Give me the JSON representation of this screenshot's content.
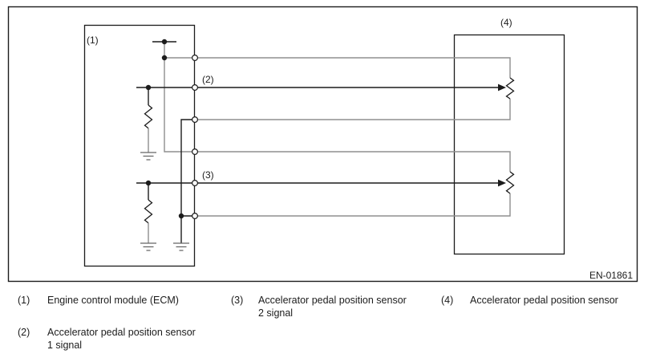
{
  "diagram": {
    "figure_id": "EN-01861",
    "labels": {
      "l1": "(1)",
      "l2": "(2)",
      "l3": "(3)",
      "l4": "(4)"
    },
    "colors": {
      "wire_signal": "#1c1c1c",
      "wire_supply": "#8f8f8f",
      "ground_symbol": "#666666",
      "paper": "#ffffff"
    }
  },
  "legend": {
    "items": [
      {
        "num": "(1)",
        "line1": "Engine control module (ECM)",
        "line2": ""
      },
      {
        "num": "(2)",
        "line1": "Accelerator pedal position sensor",
        "line2": "1 signal"
      },
      {
        "num": "(3)",
        "line1": "Accelerator pedal position sensor",
        "line2": "2 signal"
      },
      {
        "num": "(4)",
        "line1": "Accelerator pedal position sensor",
        "line2": ""
      }
    ]
  }
}
